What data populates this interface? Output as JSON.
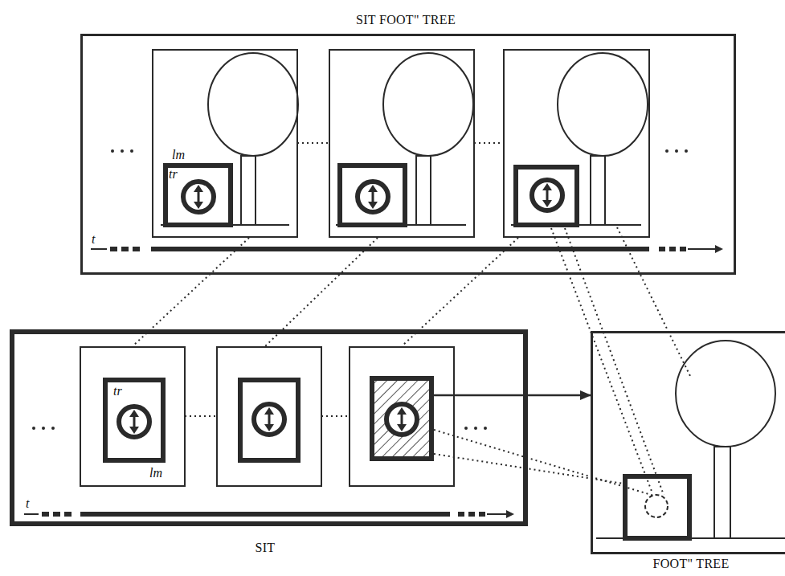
{
  "diagram": {
    "nodes": [
      {
        "text": [
          "SIT FOOT\" TREE"
        ]
      },
      {
        "text": [
          "SIT"
        ]
      },
      {
        "text": [
          "FOOT\" TREE"
        ]
      }
    ],
    "edges": [
      {
        "from": 1,
        "to": 2,
        "arrow": "to"
      }
    ],
    "labels": [
      "lm",
      "tr",
      "t",
      "tr",
      "lm",
      "t"
    ]
  }
}
